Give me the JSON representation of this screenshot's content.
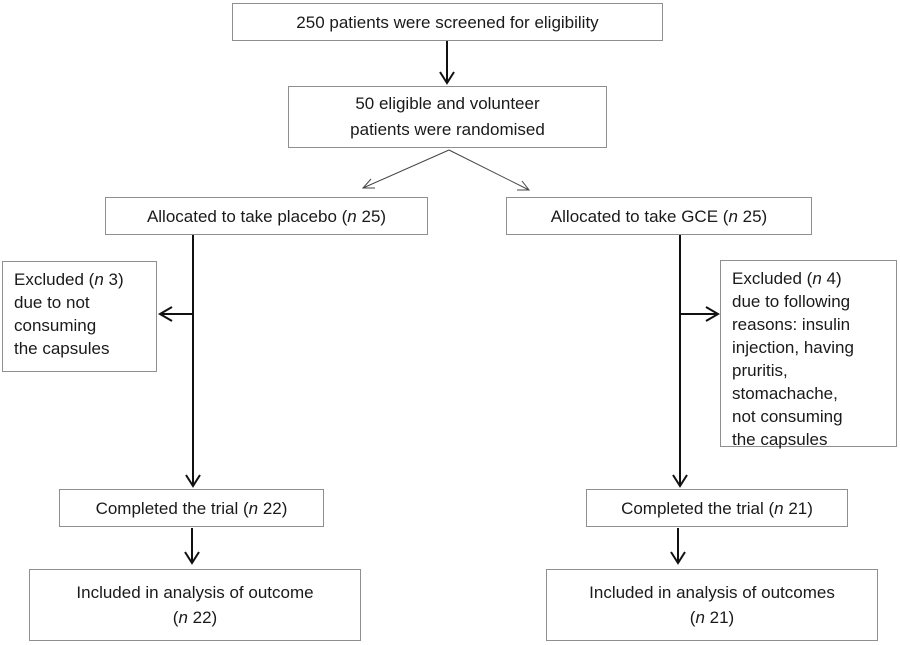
{
  "diagram": {
    "kind": "patient-flow-chart",
    "boxes": {
      "screened": {
        "text": "250 patients were screened for eligibility"
      },
      "randomised": {
        "text": "50 eligible and volunteer\npatients were randomised"
      },
      "alloc_placebo": {
        "pre": "Allocated to take placebo (",
        "var": "n",
        "post": " 25)"
      },
      "alloc_gce": {
        "pre": "Allocated to take GCE (",
        "var": "n",
        "post": " 25)"
      },
      "excluded_left": {
        "pre": "Excluded (",
        "var": "n",
        "post": " 3)",
        "rest": "due to not\nconsuming\nthe capsules"
      },
      "excluded_right": {
        "pre": "Excluded (",
        "var": "n",
        "post": " 4)",
        "rest": "due to following\nreasons: insulin\ninjection, having\npruritis,\nstomachache,\nnot consuming\nthe capsules"
      },
      "completed_left": {
        "pre": "Completed the trial (",
        "var": "n",
        "post": " 22)"
      },
      "completed_right": {
        "pre": "Completed the trial (",
        "var": "n",
        "post": " 21)"
      },
      "included_left": {
        "line1": "Included in analysis of outcome",
        "pre": "(",
        "var": "n",
        "post": " 22)"
      },
      "included_right": {
        "line1": "Included in analysis of outcomes",
        "pre": "(",
        "var": "n",
        "post": " 21)"
      }
    },
    "colors": {
      "background": "#ffffff",
      "box_border": "#8f8f8f",
      "text": "#1a1a1a",
      "arrow": "#111111",
      "diagonal_line": "#444444"
    }
  }
}
